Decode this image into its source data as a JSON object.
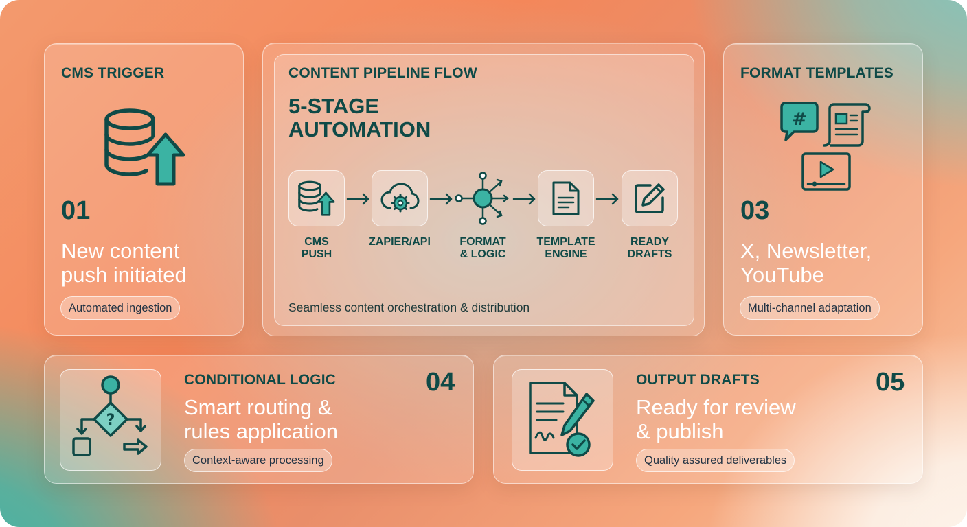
{
  "card1": {
    "label": "CMS TRIGGER",
    "icon": "database-upload-icon",
    "number": "01",
    "desc_line1": "New content",
    "desc_line2": "push initiated",
    "pill": "Automated ingestion"
  },
  "pipeline": {
    "label": "CONTENT PIPELINE FLOW",
    "title_line1": "5-STAGE",
    "title_line2": "AUTOMATION",
    "stages": [
      {
        "label": "CMS\nPUSH",
        "icon": "database-upload-icon"
      },
      {
        "label": "ZAPIER/API",
        "icon": "cloud-gear-icon"
      },
      {
        "label": "FORMAT\n& LOGIC",
        "icon": "network-hub-icon"
      },
      {
        "label": "TEMPLATE\nENGINE",
        "icon": "document-icon"
      },
      {
        "label": "READY\nDRAFTS",
        "icon": "edit-icon"
      }
    ],
    "footer": "Seamless content orchestration & distribution"
  },
  "card3": {
    "label": "FORMAT TEMPLATES",
    "icon": "templates-icon",
    "number": "03",
    "desc_line1": "X, Newsletter,",
    "desc_line2": "YouTube",
    "pill": "Multi-channel adaptation"
  },
  "card4": {
    "label": "CONDITIONAL LOGIC",
    "icon": "flowchart-icon",
    "number": "04",
    "desc_line1": "Smart routing &",
    "desc_line2": "rules application",
    "pill": "Context-aware processing"
  },
  "card5": {
    "label": "OUTPUT DRAFTS",
    "icon": "signed-document-icon",
    "number": "05",
    "desc_line1": "Ready for review",
    "desc_line2": "& publish",
    "pill": "Quality assured deliverables"
  },
  "colors": {
    "teal_dark": "#0f4a47",
    "teal_accent": "#3bb3a3",
    "orange": "#f4875a"
  }
}
